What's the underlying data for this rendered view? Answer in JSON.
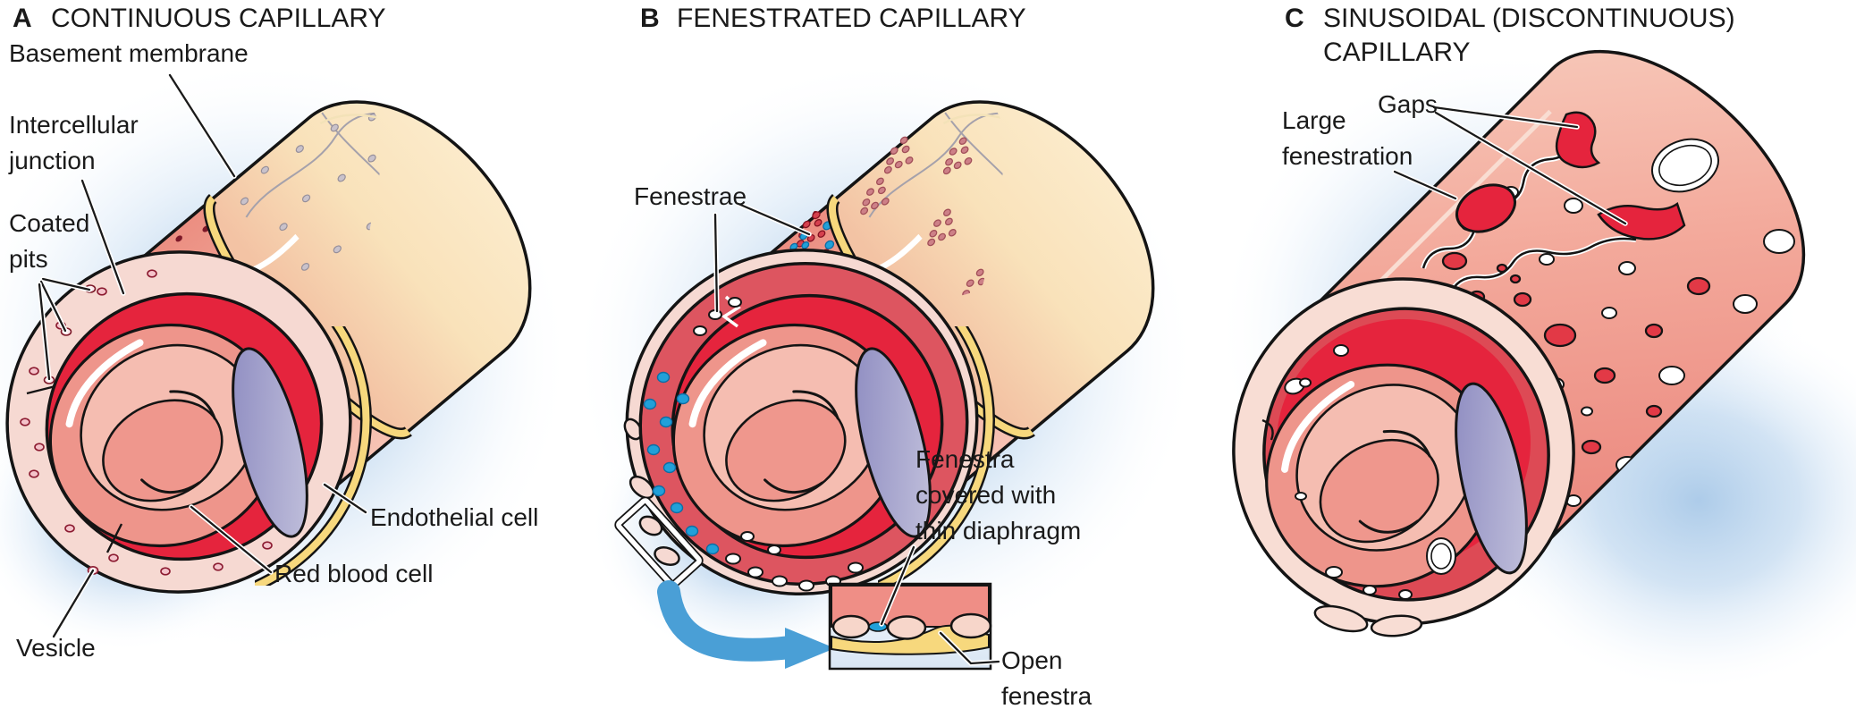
{
  "figure": {
    "type": "medical-illustration",
    "subject": "Types of capillaries"
  },
  "panels": [
    {
      "letter": "A",
      "title": "CONTINUOUS CAPILLARY",
      "labels": {
        "basement_membrane": "Basement membrane",
        "intercellular_line1": "Intercellular",
        "intercellular_line2": "junction",
        "coated_line1": "Coated",
        "coated_line2": "pits",
        "endothelial_cell": "Endothelial cell",
        "red_blood_cell": "Red blood cell",
        "vesicle": "Vesicle"
      }
    },
    {
      "letter": "B",
      "title": "FENESTRATED CAPILLARY",
      "labels": {
        "fenestrae": "Fenestrae",
        "fenestra_covered_line1": "Fenestra",
        "fenestra_covered_line2": "covered with",
        "fenestra_covered_line3": "thin diaphragm",
        "open_fenestra_line1": "Open",
        "open_fenestra_line2": "fenestra"
      }
    },
    {
      "letter": "C",
      "title": "SINUSOIDAL (DISCONTINUOUS)",
      "title_line2": "CAPILLARY",
      "labels": {
        "large_fenestration_line1": "Large",
        "large_fenestration_line2": "fenestration",
        "gaps": "Gaps"
      }
    }
  ],
  "colors": {
    "outline": "#141414",
    "text": "#1a1a1a",
    "glow_blue": "#aac9e9",
    "basement_membrane_yellow": "#f7d87d",
    "tissue_tan": "#f9e2ba",
    "endothelium_pink": "#f2a89a",
    "cut_face_red": "#dd5560",
    "lumen_red": "#e5243d",
    "rbc_salmon": "#f3b0a5",
    "nucleus_purple": "#8a88bf",
    "fenestra_blue": "#21a0d9",
    "arrow_blue": "#4a9fd6",
    "hole_white": "#ffffff",
    "gray_dot": "#c9c2cb",
    "mauve_dot": "#cd8087",
    "dark_red_dot": "#7c1828"
  }
}
